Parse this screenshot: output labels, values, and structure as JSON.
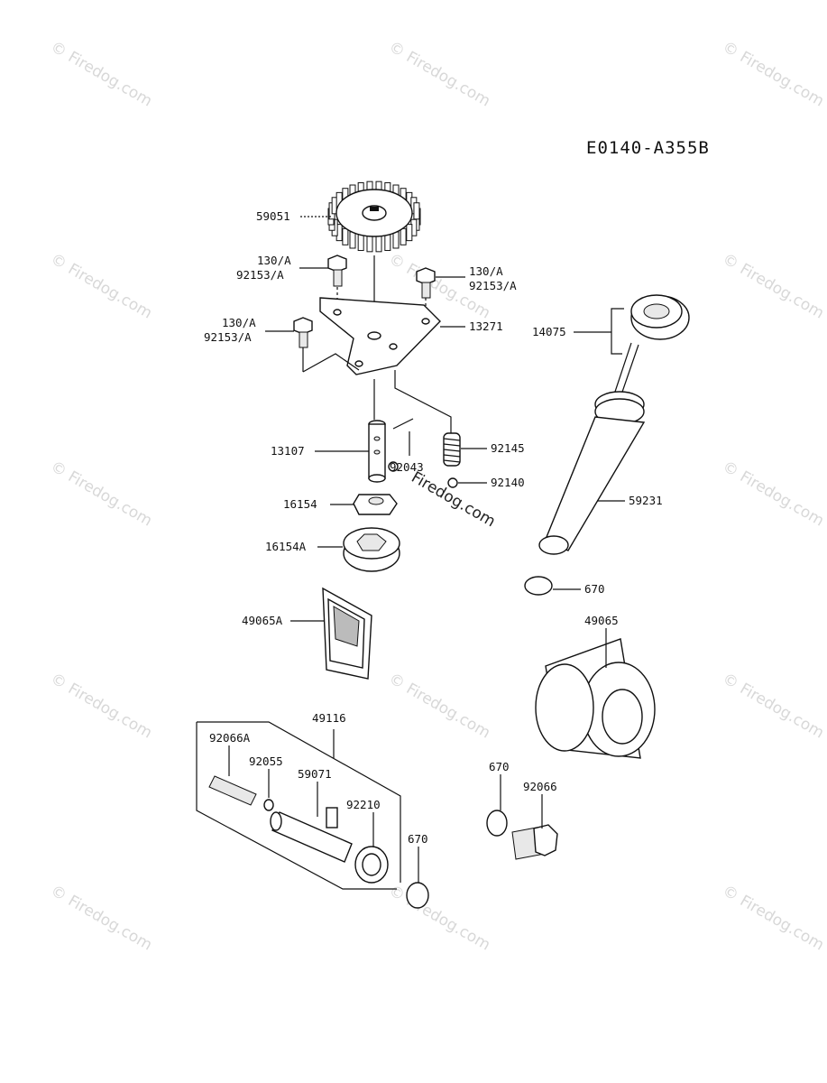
{
  "diagram_code": "E0140-A355B",
  "watermark": "© Firedog.com",
  "center_watermark": "Firedog.com",
  "labels": {
    "p59051": "59051",
    "p130a_1": "130/A",
    "p92153a_1": "92153/A",
    "p130a_2": "130/A",
    "p92153a_2": "92153/A",
    "p130a_3": "130/A",
    "p92153a_3": "92153/A",
    "p13271": "13271",
    "p14075": "14075",
    "p13107": "13107",
    "p92043": "92043",
    "p92145": "92145",
    "p92140": "92140",
    "p16154": "16154",
    "p16154a": "16154A",
    "p59231": "59231",
    "p670_1": "670",
    "p49065a": "49065A",
    "p49065": "49065",
    "p49116": "49116",
    "p92066a": "92066A",
    "p92055": "92055",
    "p59071": "59071",
    "p92210": "92210",
    "p670_2": "670",
    "p670_3": "670",
    "p92066": "92066"
  }
}
